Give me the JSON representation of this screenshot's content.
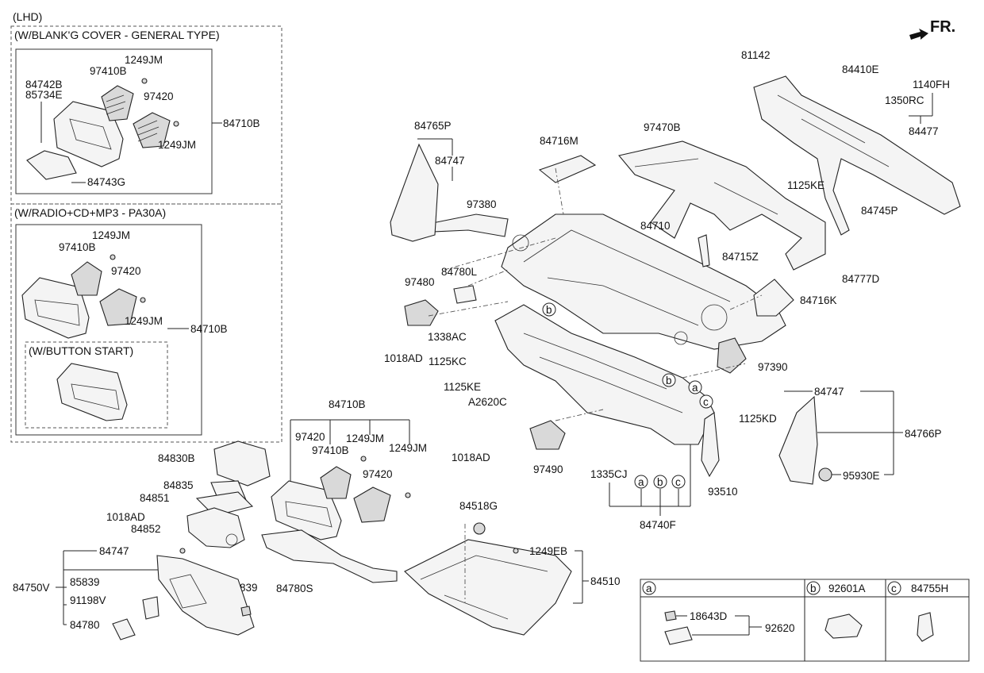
{
  "header": {
    "lhd": "(LHD)",
    "group1_title": "(W/BLANK'G COVER - GENERAL TYPE)",
    "group2_title": "(W/RADIO+CD+MP3 - PA30A)",
    "group3_title": "(W/BUTTON START)",
    "front_label": "FR."
  },
  "parts": {
    "p1249JM": "1249JM",
    "p97410B": "97410B",
    "p84742B": "84742B",
    "p85734E": "85734E",
    "p97420": "97420",
    "p84710B": "84710B",
    "p84743G": "84743G",
    "p84765P": "84765P",
    "p84747": "84747",
    "p84716M": "84716M",
    "p97470B": "97470B",
    "p81142": "81142",
    "p84410E": "84410E",
    "p1140FH": "1140FH",
    "p1350RC": "1350RC",
    "p84477": "84477",
    "p1125KE": "1125KE",
    "p84745P": "84745P",
    "p97380": "97380",
    "p84710": "84710",
    "p84715Z": "84715Z",
    "p84777D": "84777D",
    "p97480": "97480",
    "p84780L": "84780L",
    "p84716K": "84716K",
    "p1338AC": "1338AC",
    "p1018AD": "1018AD",
    "p1125KC": "1125KC",
    "p97390": "97390",
    "pA2620C": "A2620C",
    "p1125KD": "1125KD",
    "p84766P": "84766P",
    "p97490": "97490",
    "p1335CJ": "1335CJ",
    "p93510": "93510",
    "p95930E": "95930E",
    "p84740F": "84740F",
    "p84830B": "84830B",
    "p84835": "84835",
    "p84851": "84851",
    "p84852": "84852",
    "p84780S": "84780S",
    "p84518G": "84518G",
    "p1249EB": "1249EB",
    "p84510": "84510",
    "p84750V": "84750V",
    "p85839": "85839",
    "p91198V": "91198V",
    "p84780": "84780",
    "p18643D": "18643D",
    "p92620": "92620",
    "p92601A": "92601A",
    "p84755H": "84755H"
  },
  "callouts": {
    "a": "a",
    "b": "b",
    "c": "c"
  }
}
